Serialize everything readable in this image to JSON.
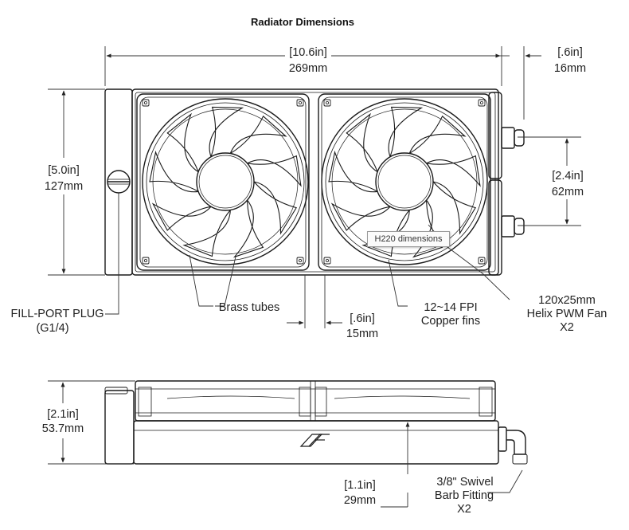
{
  "title": "Radiator Dimensions",
  "tooltip": "H220 dimensions",
  "top_view": {
    "width": {
      "in": "[10.6in]",
      "mm": "269mm"
    },
    "fitting_offset": {
      "in": "[.6in]",
      "mm": "16mm"
    },
    "height": {
      "in": "[5.0in]",
      "mm": "127mm"
    },
    "port_spacing": {
      "in": "[2.4in]",
      "mm": "62mm"
    },
    "fan_gap": {
      "in": "[.6in]",
      "mm": "15mm"
    },
    "callouts": {
      "fill_port": [
        "FILL-PORT PLUG",
        "(G1/4)"
      ],
      "brass_tubes": "Brass tubes",
      "fins": [
        "12~14 FPI",
        "Copper fins"
      ],
      "fan": [
        "120x25mm",
        "Helix PWM Fan",
        "X2"
      ]
    }
  },
  "side_view": {
    "thickness": {
      "in": "[2.1in]",
      "mm": "53.7mm"
    },
    "core": {
      "in": "[1.1in]",
      "mm": "29mm"
    },
    "fitting": [
      "3/8\" Swivel",
      "Barb Fitting",
      "X2"
    ]
  },
  "colors": {
    "line": "#1a1a1a",
    "dim": "#333333"
  }
}
